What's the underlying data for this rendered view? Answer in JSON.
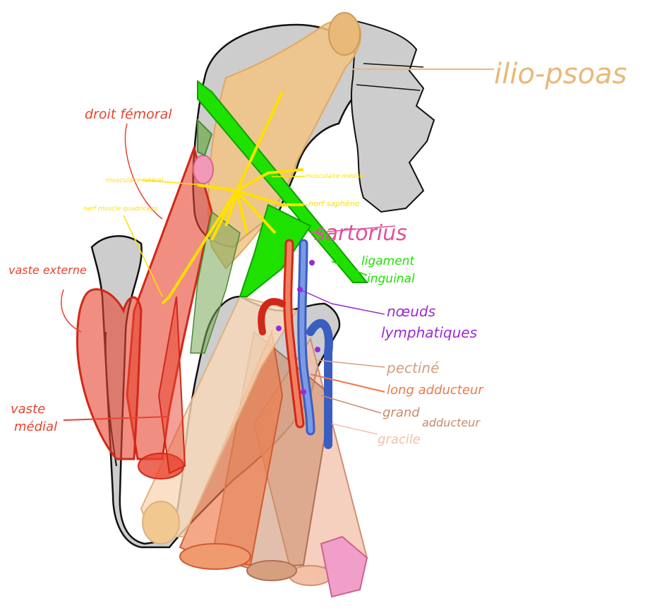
{
  "labels": {
    "ilio_psoas": "ilio-psoas",
    "droit_femoral": "droit fémoral",
    "musculaire_lateral": "musculaire latéral",
    "musculaire_medial": "musculaire médial",
    "nerf_saphene": "nerf saphène",
    "nerf_muscle_quadriceps": "nerf muscle quadriceps",
    "sartorius": "sartorius",
    "ligament_inguinal_1": "ligament",
    "ligament_inguinal_2": "inguinal",
    "vaste_externe": "vaste externe",
    "noeuds_1": "nœuds",
    "noeuds_2": "lymphatiques",
    "pectine": "pectiné",
    "long_adducteur": "long adducteur",
    "grand_adducteur_1": "grand",
    "grand_adducteur_2": "adducteur",
    "vaste_medial_1": "vaste",
    "vaste_medial_2": "médial",
    "gracile": "gracile"
  },
  "colors": {
    "ilio_psoas": "#e8b978",
    "droit_femoral": "#e8432f",
    "vaste": "#e8432f",
    "nerf": "#ffe000",
    "sartorius": "#e2509a",
    "ligament": "#1ee100",
    "noeuds": "#9b2ad6",
    "pectine": "#d2a080",
    "long_adducteur": "#ee7a48",
    "grand_adducteur": "#c88a68",
    "gracile": "#f3c0a8",
    "artery": "#e8432f",
    "vein": "#5a7ed6",
    "bone": "#cdcdcd"
  }
}
